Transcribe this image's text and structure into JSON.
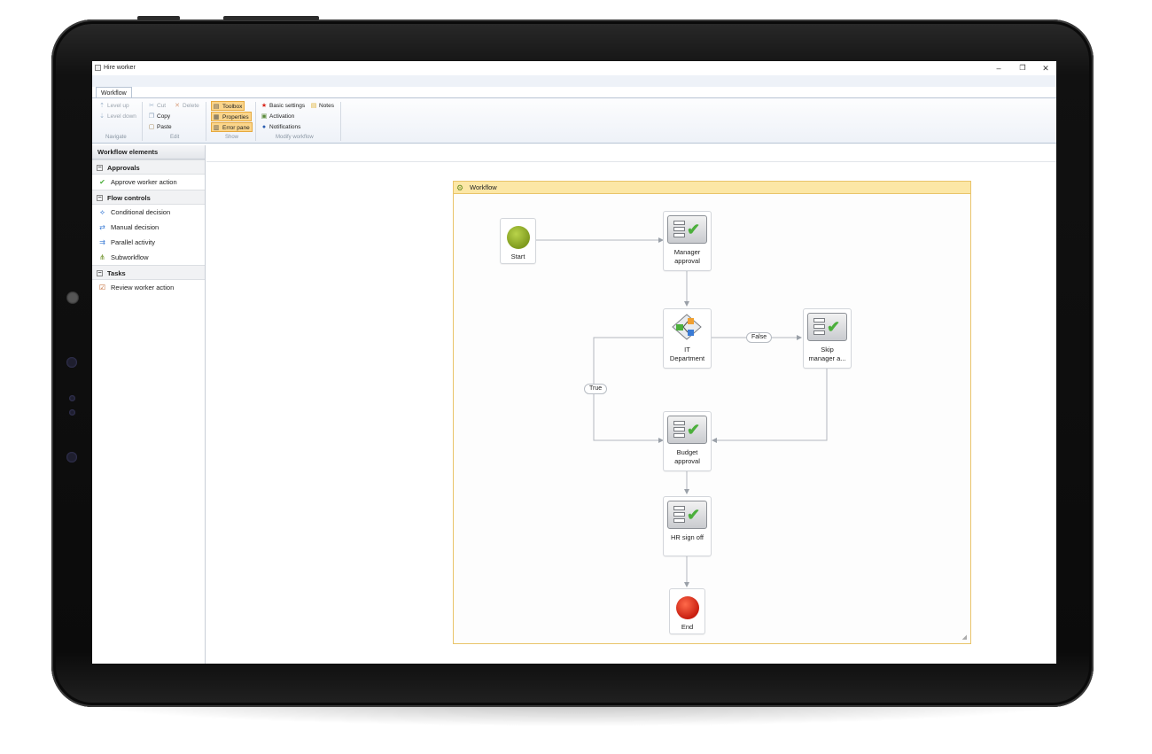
{
  "window": {
    "title": "Hire worker",
    "controls": [
      "–",
      "❐",
      "✕"
    ]
  },
  "ribbon": {
    "tab": "Workflow",
    "navigate": {
      "level_up": "Level up",
      "level_down": "Level down",
      "group": "Navigate"
    },
    "edit": {
      "cut": "Cut",
      "delete": "Delete",
      "copy": "Copy",
      "paste": "Paste",
      "group": "Edit"
    },
    "show": {
      "toolbox": "Toolbox",
      "properties": "Properties",
      "error_pane": "Error pane",
      "group": "Show"
    },
    "modify": {
      "basic_settings": "Basic settings",
      "notes": "Notes",
      "activation": "Activation",
      "notifications": "Notifications",
      "group": "Modify workflow"
    }
  },
  "sidebar": {
    "title": "Workflow elements",
    "categories": [
      {
        "label": "Approvals",
        "items": [
          {
            "label": "Approve worker action",
            "icon": "approval-icon"
          }
        ]
      },
      {
        "label": "Flow controls",
        "items": [
          {
            "label": "Conditional decision",
            "icon": "conditional-decision-icon"
          },
          {
            "label": "Manual decision",
            "icon": "manual-decision-icon"
          },
          {
            "label": "Parallel activity",
            "icon": "parallel-activity-icon"
          },
          {
            "label": "Subworkflow",
            "icon": "subworkflow-icon"
          }
        ]
      },
      {
        "label": "Tasks",
        "items": [
          {
            "label": "Review worker action",
            "icon": "task-icon"
          }
        ]
      }
    ]
  },
  "workflow": {
    "title": "Workflow",
    "nodes": {
      "start": "Start",
      "manager_approval": [
        "Manager",
        "approval"
      ],
      "it_department": [
        "IT",
        "Department"
      ],
      "skip_manager": [
        "Skip",
        "manager a..."
      ],
      "budget_approval": [
        "Budget",
        "approval"
      ],
      "hr_sign_off": "HR sign off",
      "end": "End"
    },
    "edge_labels": {
      "false": "False",
      "true": "True"
    }
  },
  "colors": {
    "start": "#8fad2a",
    "end": "#d9261c",
    "active_button": "#fbd58a",
    "container_border": "#e9c46a"
  }
}
